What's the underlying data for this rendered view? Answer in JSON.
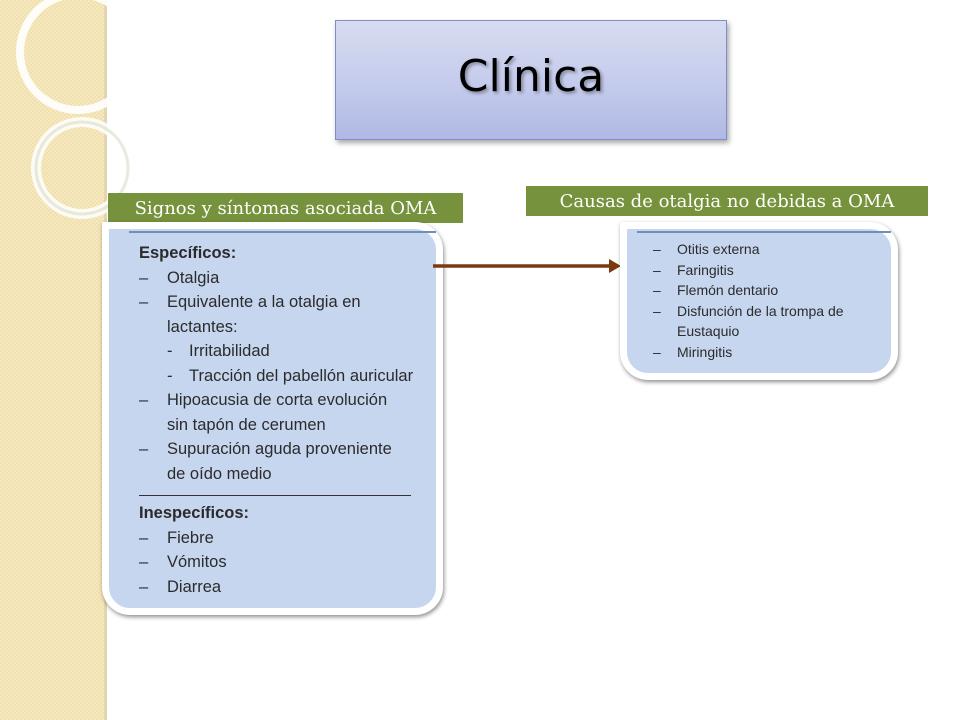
{
  "title": "Clínica",
  "left_label": "Signos y síntomas asociada OMA",
  "right_label": "Causas de otalgia no debidas a OMA",
  "left_panel": {
    "specific_header": "Específicos:",
    "specific_items": [
      {
        "dash": "–",
        "lines": [
          "Otalgia"
        ]
      },
      {
        "dash": "–",
        "lines": [
          "Equivalente a la otalgia en",
          "lactantes:"
        ]
      },
      {
        "dash": "-",
        "sub": true,
        "lines": [
          "Irritabilidad"
        ]
      },
      {
        "dash": "-",
        "sub": true,
        "lines": [
          "Tracción del pabellón auricular"
        ]
      },
      {
        "dash": "–",
        "lines": [
          "Hipoacusia de corta evolución",
          "sin tapón de cerumen"
        ]
      },
      {
        "dash": "–",
        "lines": [
          "Supuración aguda proveniente",
          "de oído medio"
        ]
      }
    ],
    "nonspecific_header": "Inespecíficos:",
    "nonspecific_items": [
      "Fiebre",
      "Vómitos",
      "Diarrea"
    ]
  },
  "right_panel": {
    "items": [
      {
        "lines": [
          "Otitis externa"
        ]
      },
      {
        "lines": [
          "Faringitis"
        ]
      },
      {
        "lines": [
          "Flemón dentario"
        ]
      },
      {
        "lines": [
          "Disfunción de la trompa de",
          "Eustaquio"
        ]
      },
      {
        "lines": [
          "Miringitis"
        ]
      }
    ],
    "dash": "–"
  },
  "colors": {
    "label_green": "#76923c",
    "panel_blue": "#c6d6ef",
    "arrow_brown": "#7a3a10",
    "title_lavender": "#c4cbec"
  }
}
